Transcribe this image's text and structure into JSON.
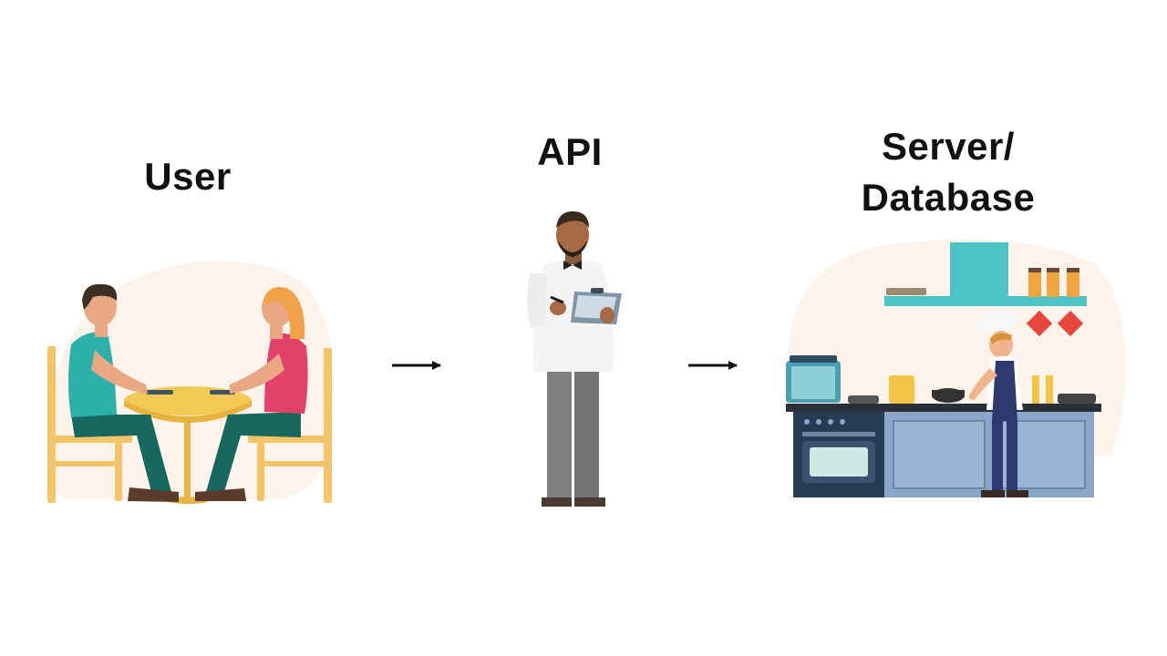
{
  "nodes": {
    "user": {
      "label": "User",
      "icon": "diners-at-table-icon"
    },
    "api": {
      "label": "API",
      "icon": "waiter-icon"
    },
    "server": {
      "label_line1": "Server/",
      "label_line2": "Database",
      "icon": "kitchen-chef-icon"
    }
  },
  "edges": [
    {
      "from": "User",
      "to": "API"
    },
    {
      "from": "API",
      "to": "Server/Database"
    }
  ],
  "colors": {
    "text": "#111111",
    "arrow": "#111111",
    "backdrop": "#fdf3ea",
    "teal": "#2bb1aa",
    "pink": "#e2426a",
    "yellow": "#f2c955",
    "chair": "#f4c46a",
    "hood": "#4cc3c4",
    "counter_dark": "#273b53",
    "counter_light": "#8aa6c9",
    "red_tile": "#e8453c"
  }
}
